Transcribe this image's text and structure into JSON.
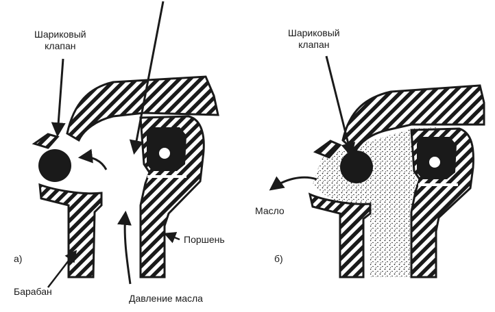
{
  "panel_a": {
    "tag": "а)",
    "ball_valve": [
      "Шариковый",
      "клапан"
    ],
    "piston": "Поршень",
    "drum": "Барабан",
    "oil_pressure": "Давление масла"
  },
  "panel_b": {
    "tag": "б)",
    "ball_valve": [
      "Шариковый",
      "клапан"
    ],
    "oil": "Масло"
  },
  "colors": {
    "ink": "#1a1a1a",
    "paper": "#ffffff",
    "hatch_bg": "#ffffff"
  },
  "icons": [
    "arrow-icon",
    "ball-valve-icon",
    "oil-stipple-pattern",
    "hatched-section-pattern"
  ]
}
